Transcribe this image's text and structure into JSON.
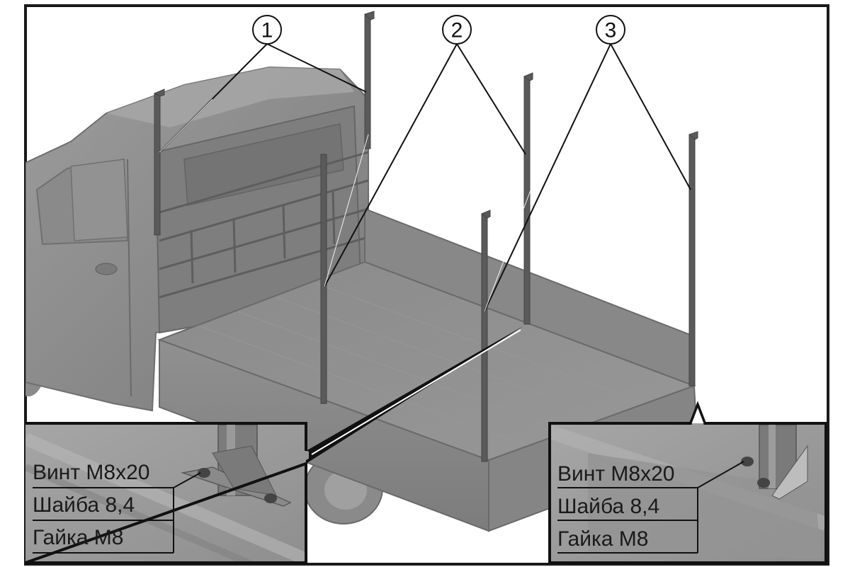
{
  "diagram": {
    "title": "Установка стоек платформы",
    "callouts": [
      {
        "number": "1",
        "target": "front-posts"
      },
      {
        "number": "2",
        "target": "middle-posts"
      },
      {
        "number": "3",
        "target": "rear-posts"
      }
    ],
    "insets": [
      {
        "position": "bottom-left",
        "fasteners": [
          "Винт М8х20",
          "Шайба 8,4",
          "Гайка М8"
        ]
      },
      {
        "position": "bottom-right",
        "fasteners": [
          "Винт М8х20",
          "Шайба 8,4",
          "Гайка М8"
        ]
      }
    ],
    "colors": {
      "frame": "#1a1a1a",
      "body": "#8c8c8c",
      "body_dark": "#6e6e6e",
      "body_light": "#a8a8a8",
      "post": "#5a5a5a",
      "background": "#ffffff"
    }
  }
}
